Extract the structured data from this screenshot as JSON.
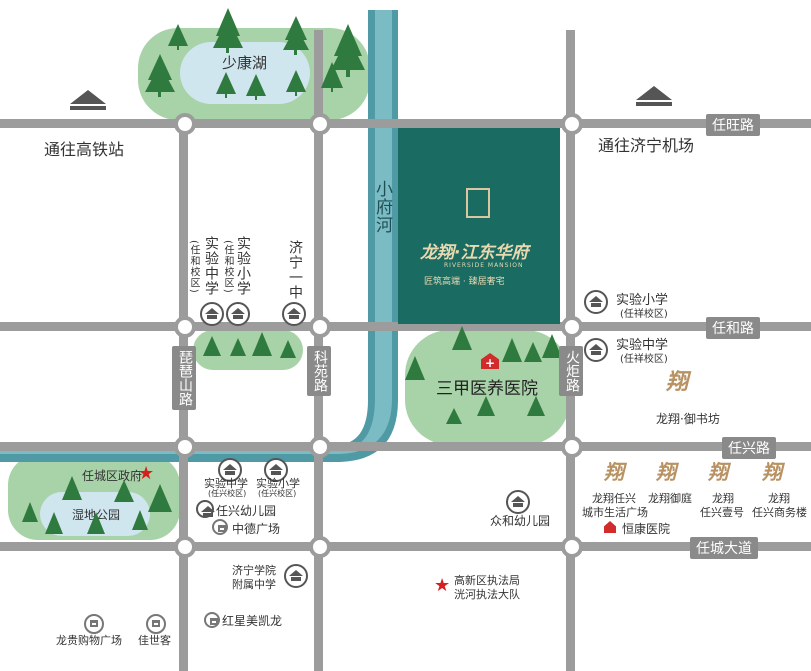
{
  "roads": {
    "renwang": "任旺路",
    "renhe": "任和路",
    "renxing": "任兴路",
    "rencheng": "任城大道",
    "pipa": "琵琶山路",
    "keyuan": "科苑路",
    "huoju": "火炬路"
  },
  "directions": {
    "to_rail": "通往高铁站",
    "to_airport": "通往济宁机场"
  },
  "water": {
    "lake": "少康湖",
    "river": "小府河",
    "wetland": "湿地公园"
  },
  "project": {
    "name": "龙翔·江东华府",
    "english": "RIVERSIDE MANSION",
    "slogan": "匠筑高端 · 臻居奢宅"
  },
  "pois": {
    "hospital": "三甲医养医院",
    "school1_name": "实验中学",
    "school1_campus": "(任和校区)",
    "school2_name": "实验小学",
    "school2_campus": "(任和校区)",
    "school3": "济宁一中",
    "school4_name": "实验小学",
    "school4_campus": "(任祥校区)",
    "school5_name": "实验中学",
    "school5_campus": "(任祥校区)",
    "longxiang_yushu": "龙翔·御书坊",
    "school6_name": "实验中学",
    "school6_campus": "(任兴校区)",
    "school7_name": "实验小学",
    "school7_campus": "(任兴校区)",
    "kindergarten1": "任兴幼儿园",
    "plaza1": "中德广场",
    "gov": "任城区政府",
    "kindergarten2": "众和幼儿园",
    "lx_plaza_l1": "龙翔任兴",
    "lx_plaza_l2": "城市生活广场",
    "lx_yuting": "龙翔御庭",
    "lx_no1_l1": "龙翔",
    "lx_no1_l2": "任兴壹号",
    "lx_biz_l1": "龙翔",
    "lx_biz_l2": "任兴商务楼",
    "hengkang": "恒康医院",
    "jining_l1": "济宁学院",
    "jining_l2": "附属中学",
    "hongxing": "红星美凯龙",
    "law_l1": "高新区执法局",
    "law_l2": "洸河执法大队",
    "longgui": "龙贵购物广场",
    "jiashike": "佳世客"
  },
  "icons": {
    "logo_glyph": "翔",
    "hospital_cross": "+",
    "star": "★"
  },
  "colors": {
    "project": "#1a6b62",
    "river": "#4f9aa5",
    "forest": "#a8d2a8",
    "tree": "#2f7a3e",
    "road": "#9c9c9c",
    "red": "#d62020"
  }
}
